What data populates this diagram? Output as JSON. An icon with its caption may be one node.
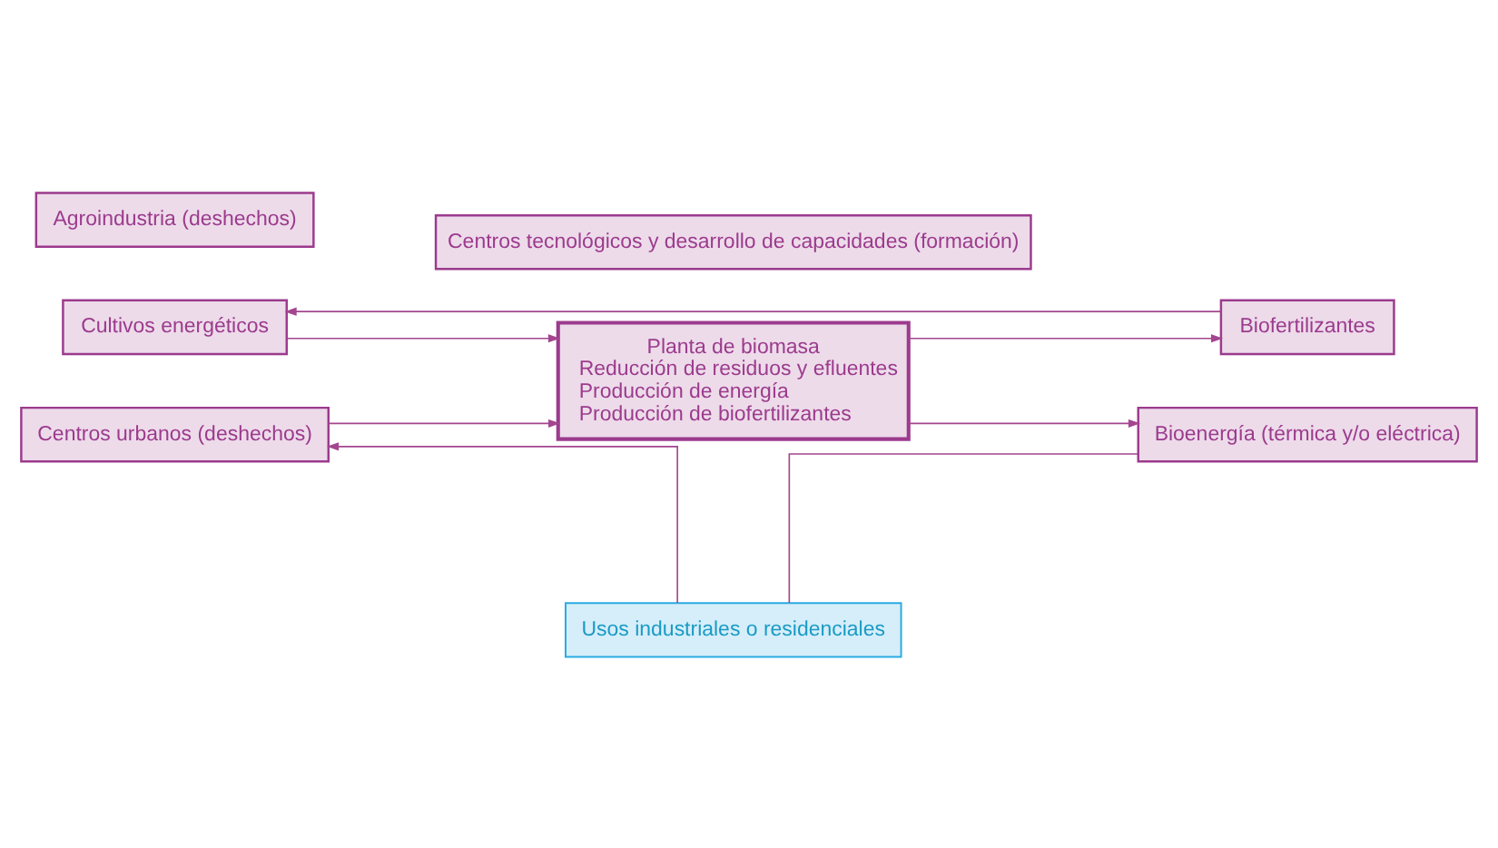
{
  "diagram": {
    "nodes": [
      {
        "text": [
          "Cultivos energéticos"
        ]
      },
      {
        "text": [
          "Biofertilizantes"
        ]
      },
      {
        "text": [
          "Agroindustria (deshechos)"
        ]
      },
      {
        "text": [
          "Planta de biomasa",
          "Reducción de residuos y efluentes",
          "Producción de energía",
          "Producción de biofertilizantes"
        ]
      },
      {
        "text": [
          "Centros urbanos (deshechos)"
        ]
      },
      {
        "text": [
          "Bioenergía (térmica y/o eléctrica)"
        ]
      },
      {
        "text": [
          "Usos industriales o residenciales"
        ]
      },
      {
        "text": [
          "Centros tecnológicos y desarrollo de capacidades (formación)"
        ]
      }
    ],
    "edges": [
      {
        "from": 1,
        "to": 0,
        "arrow": "to"
      },
      {
        "from": 0,
        "to": 3,
        "arrow": "to"
      },
      {
        "from": 3,
        "to": 1,
        "arrow": "to"
      },
      {
        "from": 4,
        "to": 3,
        "arrow": "to"
      },
      {
        "from": 3,
        "to": 5,
        "arrow": "to"
      },
      {
        "from": 5,
        "to": 6,
        "arrow": "none"
      },
      {
        "from": 6,
        "to": 4,
        "arrow": "to"
      }
    ]
  }
}
